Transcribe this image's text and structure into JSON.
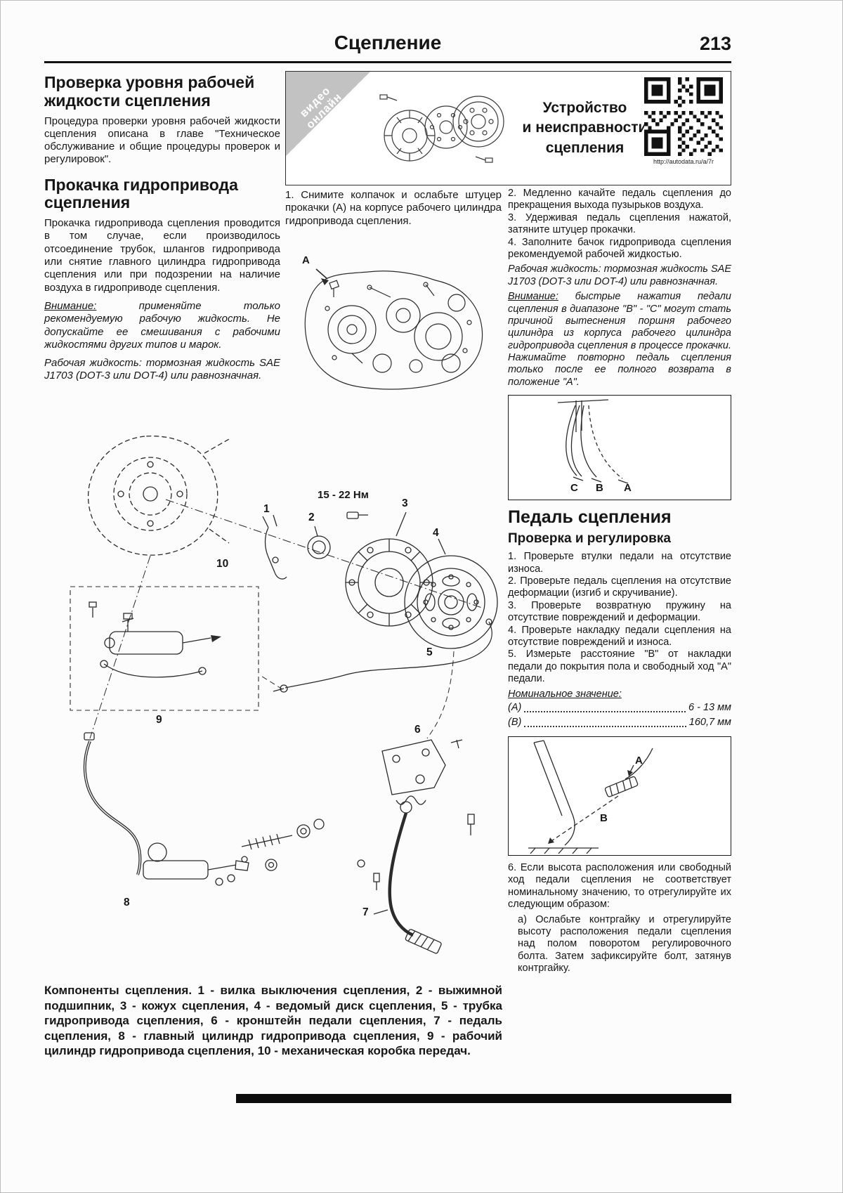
{
  "header": {
    "title": "Сцепление",
    "page": "213"
  },
  "left": {
    "s1_heading": "Проверка уровня рабочей жидкости сцепления",
    "s1_body": "Процедура проверки уровня рабочей жидкости сцепления описана в главе \"Техническое обслуживание и общие процедуры проверок и регулировок\".",
    "s2_heading": "Прокачка гидропривода сцепления",
    "s2_body": "Прокачка гидропривода сцепления проводится в том случае, если производилось отсоединение трубок, шлангов гидропривода или снятие главного цилиндра гидропривода сцепления или при подозрении на наличие воздуха в гидроприводе сцепления.",
    "warn_label": "Внимание:",
    "warn_text": " применяйте только рекомендуемую рабочую жидкость. Не допускайте ее смешивания с рабочими жидкостями других типов и марок.",
    "fluid_note": "Рабочая жидкость: тормозная жидкость SAE J1703 (DOT-3 или DOT-4) или равнозначная."
  },
  "video": {
    "banner_line1": "видео",
    "banner_line2": "онлайн",
    "title_line1": "Устройство",
    "title_line2": "и неисправности",
    "title_line3": "сцепления",
    "url": "http://autodata.ru/a/7r"
  },
  "bleed": {
    "step1": "1. Снимите колпачок и ослабьте штуцер прокачки (А) на корпусе рабочего цилиндра гидропривода сцепления.",
    "fig_label_a": "A",
    "step2": "2. Медленно качайте педаль сцепления до прекращения выхода пузырьков воздуха.",
    "step3": "3. Удерживая педаль сцепления нажатой, затяните штуцер прокачки.",
    "step4": "4. Заполните бачок гидропривода сцепления рекомендуемой рабочей жидкостью.",
    "fluid_note": "Рабочая жидкость: тормозная жидкость SAE J1703 (DOT-3 или DOT-4) или равнозначная.",
    "warn_label": "Внимание:",
    "warn_text": " быстрые нажатия педали сцепления в диапазоне \"В\" - \"С\" могут стать причиной вытеснения поршня рабочего цилиндра из корпуса рабочего цилиндра гидропривода сцепления в процессе прокачки. Нажимайте повторно педаль сцепления только после ее полного возврата в положение \"А\".",
    "fig_labels": {
      "c": "C",
      "b": "B",
      "a": "A"
    }
  },
  "pedal": {
    "heading": "Педаль сцепления",
    "subheading": "Проверка и регулировка",
    "items": [
      "1. Проверьте втулки педали на отсутствие износа.",
      "2. Проверьте педаль сцепления на отсутствие деформации (изгиб и скручивание).",
      "3. Проверьте возвратную пружину на отсутствие повреждений и деформации.",
      "4. Проверьте накладку педали сцепления на отсутствие повреждений и износа.",
      "5. Измерьте расстояние \"В\" от накладки педали до покрытия пола и свободный ход \"А\" педали."
    ],
    "nominal_label": "Номинальное значение:",
    "nominal_rows": [
      {
        "name": "(А)",
        "value": "6 - 13 мм"
      },
      {
        "name": "(В)",
        "value": "160,7 мм"
      }
    ],
    "fig_labels": {
      "a": "A",
      "b": "B"
    },
    "step6": "6. Если высота расположения или свободный ход педали сцепления не соответствует номинальному значению, то отрегулируйте их следующим образом:",
    "step6a": "а) Ослабьте контргайку и отрегулируйте высоту расположения педали сцепления над полом поворотом регулировочного болта. Затем зафиксируйте болт, затянув контргайку."
  },
  "main_figure": {
    "torque": "15 - 22 Нм",
    "parts": [
      "1",
      "2",
      "3",
      "4",
      "5",
      "6",
      "7",
      "8",
      "9",
      "10"
    ]
  },
  "caption": "Компоненты сцепления. 1 - вилка выключения сцепления, 2 - выжимной подшипник, 3 - кожух сцепления, 4 - ведомый диск сцепления, 5 - трубка гидропривода сцепления, 6 - кронштейн педали сцепления, 7 - педаль сцепления, 8 - главный цилиндр гидропривода сцепления, 9 - рабочий цилиндр гидропривода сцепления, 10 - механическая коробка передач."
}
